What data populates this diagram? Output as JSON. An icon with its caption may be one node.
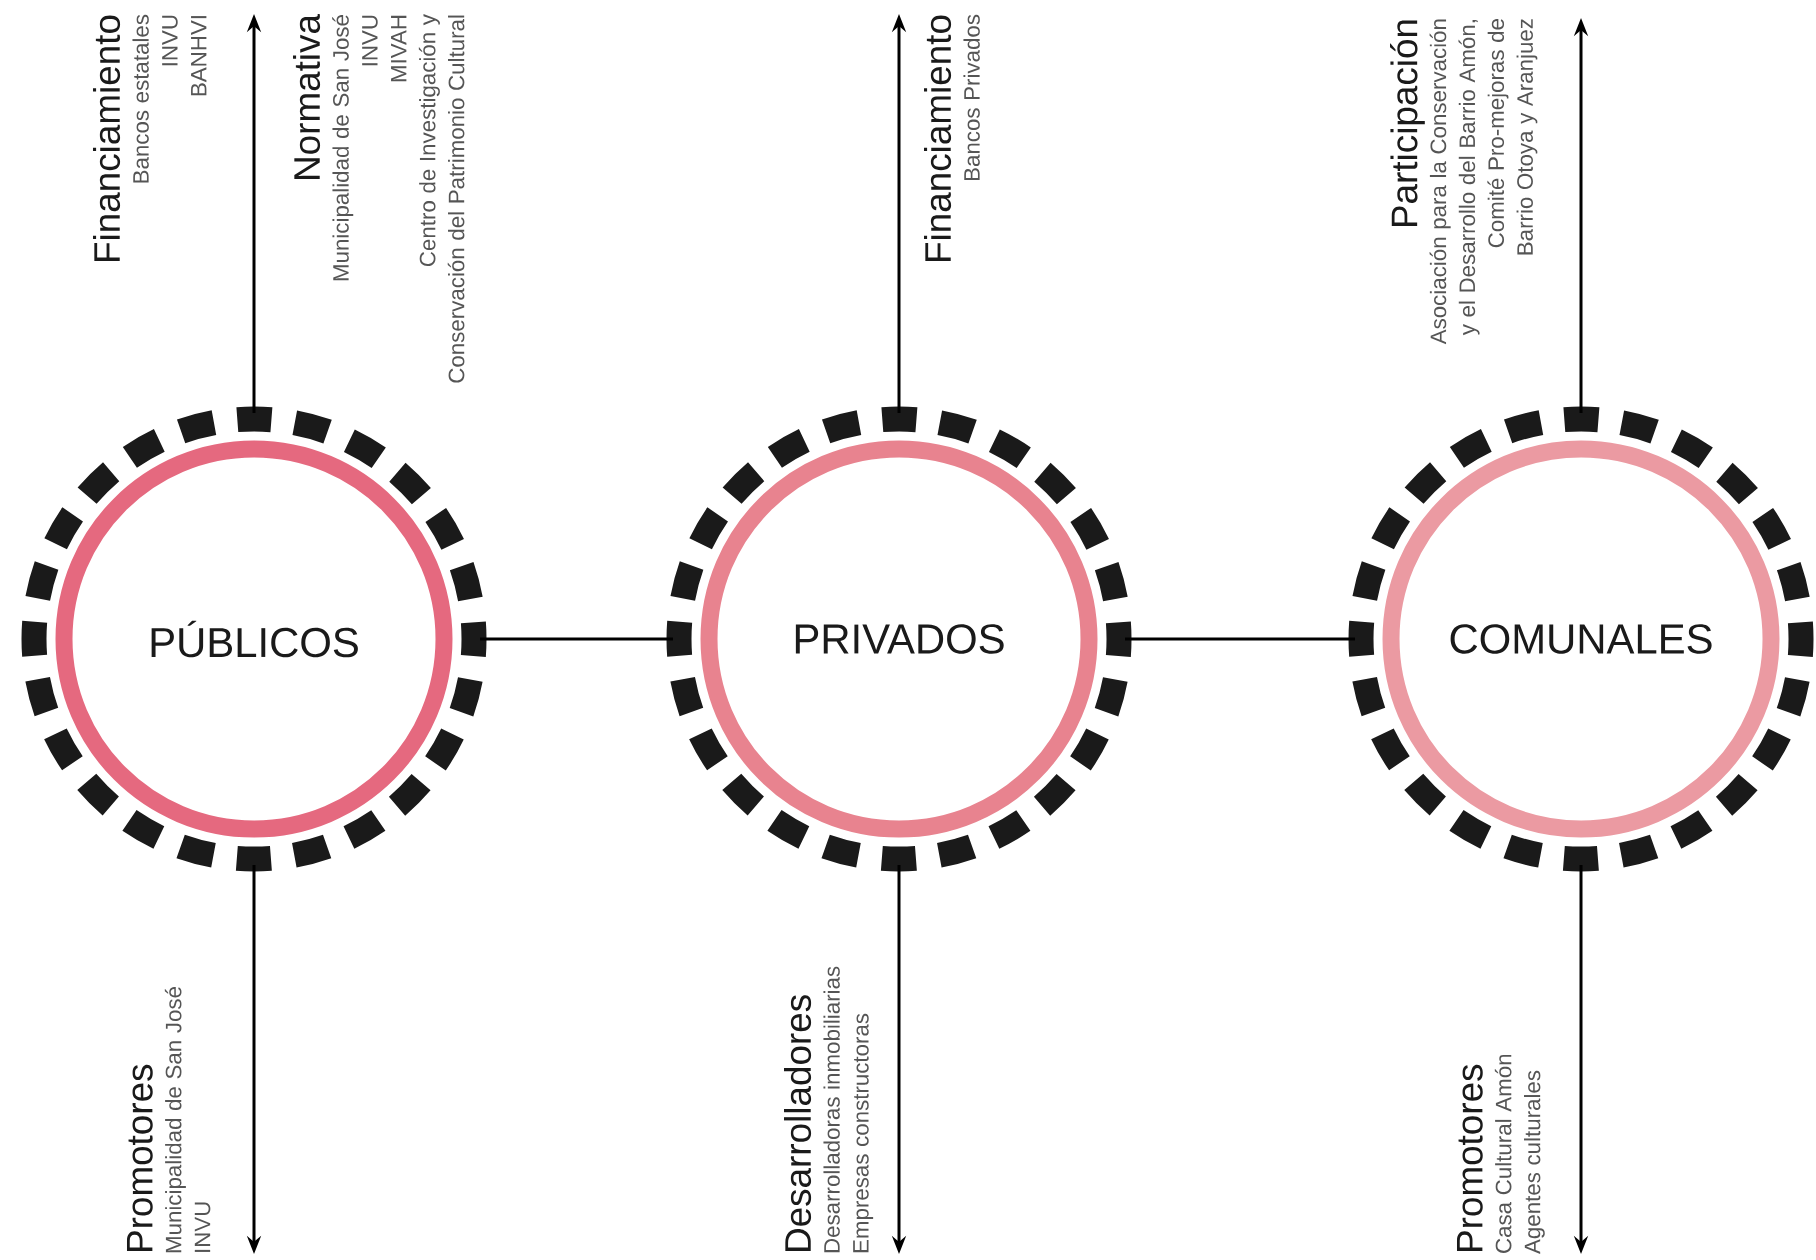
{
  "diagram": {
    "nodes": [
      {
        "text": [
          "PÚBLICOS"
        ]
      },
      {
        "text": [
          "PRIVADOS"
        ]
      },
      {
        "text": [
          "COMUNALES"
        ]
      },
      {
        "text": [
          "Financiamiento",
          "Bancos estatales",
          "INVU",
          "BANHVI"
        ]
      },
      {
        "text": [
          "Normativa",
          "Municipalidad de San José",
          "INVU",
          "MIVAH",
          "Centro de Investigación y Conservación del Patrimonio Cultural"
        ]
      },
      {
        "text": [
          "Financiamiento",
          "Bancos Privados"
        ]
      },
      {
        "text": [
          "Participación",
          "Asociación para la Conservación y el Desarrollo del Barrio Amón,",
          "Comité Pro-mejoras de Barrio Otoya y Aranjuez"
        ]
      },
      {
        "text": [
          "Promotores",
          "Municipalidad de San José",
          "INVU"
        ]
      },
      {
        "text": [
          "Desarrolladores",
          "Desarrolladoras inmobiliarias",
          "Empresas constructoras"
        ]
      },
      {
        "text": [
          "Promotores",
          "Casa Cultural Amón",
          "Agentes culturales"
        ]
      }
    ],
    "edges": [
      {
        "from": 0,
        "to": 1,
        "arrow": "none"
      },
      {
        "from": 1,
        "to": 2,
        "arrow": "none"
      },
      {
        "from": 0,
        "to": 4,
        "arrow": "to"
      },
      {
        "from": 0,
        "to": 7,
        "arrow": "to"
      },
      {
        "from": 1,
        "to": 5,
        "arrow": "to"
      },
      {
        "from": 1,
        "to": 8,
        "arrow": "to"
      },
      {
        "from": 2,
        "to": 6,
        "arrow": "to"
      },
      {
        "from": 2,
        "to": 9,
        "arrow": "to"
      }
    ]
  }
}
